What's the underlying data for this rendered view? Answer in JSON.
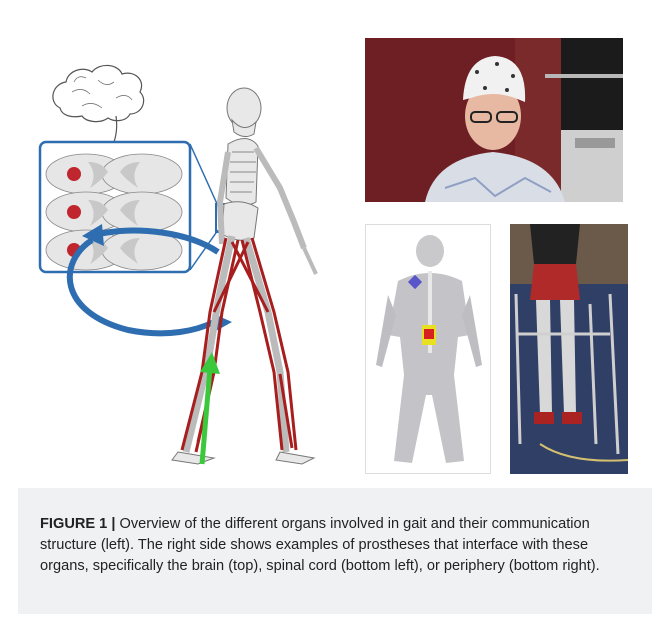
{
  "figure": {
    "label": "FIGURE 1 |",
    "caption": "Overview of the different organs involved in gait and their communication structure (left). The right side shows examples of prostheses that interface with these organs, specifically the brain (top), spinal cord (bottom left), or periphery (bottom right)."
  },
  "panels": {
    "left": "walking-skeleton-with-brain-and-spinal-cord-sections",
    "top_right": "eeg-cap-brain-interface-photo",
    "bottom_left": "spinal-cord-stimulation-body-model",
    "bottom_right": "peripheral-prosthesis-walker-photo"
  },
  "colors": {
    "muscle_red": "#a81e1e",
    "arrow_blue": "#2e6db0",
    "ground_force_green": "#3cc83c",
    "caption_bg": "#f0f1f2"
  }
}
